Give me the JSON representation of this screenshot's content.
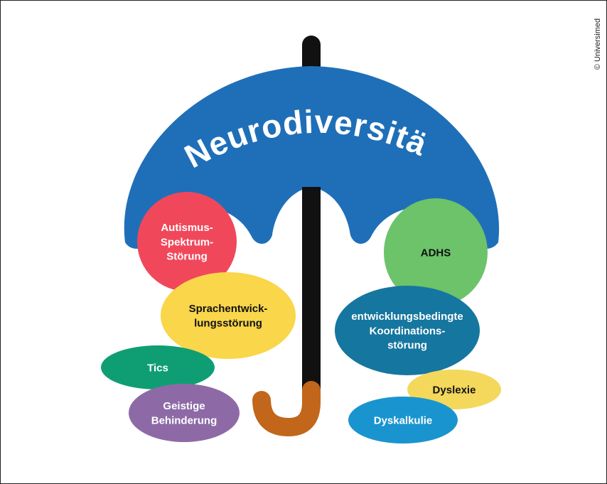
{
  "title": "Neurodiversität",
  "copyright": "© Universimed",
  "colors": {
    "canopy": "#1f6fb8",
    "shaft": "#111111",
    "handle": "#c1661b",
    "border": "#222222"
  },
  "conditions": [
    {
      "key": "autism",
      "lines": [
        "Autismus-",
        "Spektrum-",
        "Störung"
      ],
      "color": "#f0485a",
      "text_color": "#ffffff"
    },
    {
      "key": "language",
      "lines": [
        "Sprachentwick-",
        "lungsstörung"
      ],
      "color": "#f9d64a",
      "text_color": "#111111"
    },
    {
      "key": "tics",
      "lines": [
        "Tics"
      ],
      "color": "#0f9e73",
      "text_color": "#ffffff"
    },
    {
      "key": "intellectual",
      "lines": [
        "Geistige",
        "Behinderung"
      ],
      "color": "#8d6aa6",
      "text_color": "#ffffff"
    },
    {
      "key": "adhd",
      "lines": [
        "ADHS"
      ],
      "color": "#6cc36a",
      "text_color": "#111111"
    },
    {
      "key": "coordination",
      "lines": [
        "entwicklungsbedingte",
        "Koordinations-",
        "störung"
      ],
      "color": "#15769f",
      "text_color": "#ffffff"
    },
    {
      "key": "dyslexia",
      "lines": [
        "Dyslexie"
      ],
      "color": "#f3d85c",
      "text_color": "#111111"
    },
    {
      "key": "dyscalculia",
      "lines": [
        "Dyskalkulie"
      ],
      "color": "#1994cf",
      "text_color": "#ffffff"
    }
  ]
}
